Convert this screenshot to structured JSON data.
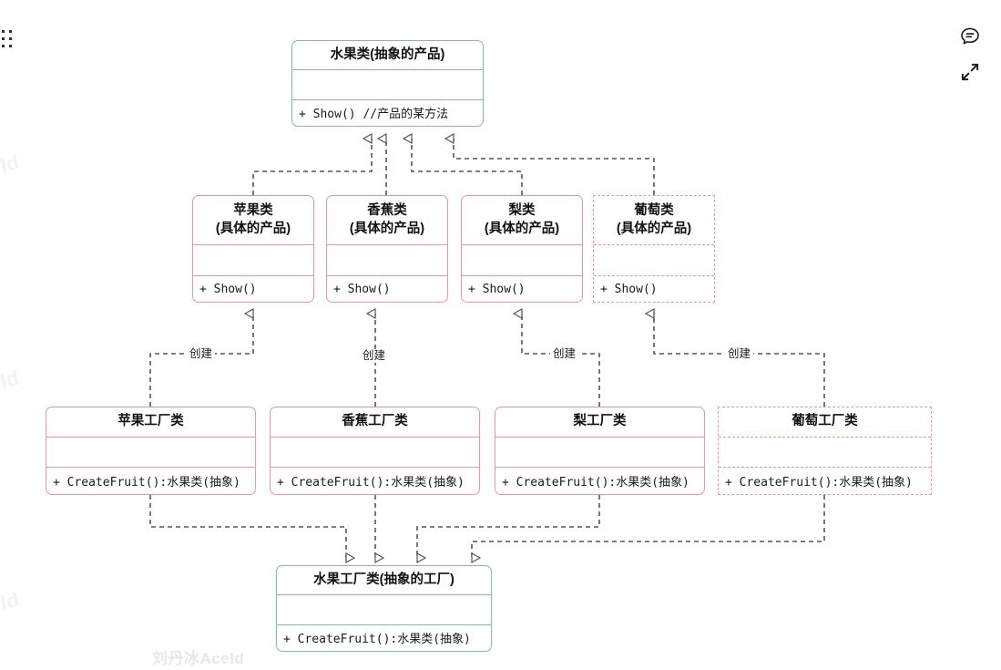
{
  "diagram": {
    "title_watermark": "刘丹冰AceId",
    "edge_watermarks": [
      "eId",
      "eId",
      "eId"
    ],
    "colors": {
      "abstract_border": "#7cc292",
      "concrete_border": "#ea9897",
      "extension_border": "#ea9897",
      "connector": "#555555",
      "background": "#ffffff",
      "watermark": "#e9eaec"
    },
    "relation_labels": {
      "create": "创建"
    }
  },
  "toolbar": {
    "drag_handle": "drag-handle",
    "comment_icon_label": "comment-icon",
    "fullscreen_icon_label": "fullscreen-icon"
  },
  "classes": {
    "abstract_product": {
      "name": "水果类(抽象的产品)",
      "attributes": "",
      "operations": "+ Show() //产品的某方法",
      "style": "abstract"
    },
    "concrete_products": [
      {
        "name_line1": "苹果类",
        "name_line2": "(具体的产品)",
        "attributes": "",
        "operations": "+ Show()",
        "style": "concrete"
      },
      {
        "name_line1": "香蕉类",
        "name_line2": "(具体的产品)",
        "attributes": "",
        "operations": "+ Show()",
        "style": "concrete"
      },
      {
        "name_line1": "梨类",
        "name_line2": "(具体的产品)",
        "attributes": "",
        "operations": "+ Show()",
        "style": "concrete"
      },
      {
        "name_line1": "葡萄类",
        "name_line2": "(具体的产品)",
        "attributes": "",
        "operations": "+ Show()",
        "style": "extension"
      }
    ],
    "concrete_factories": [
      {
        "name": "苹果工厂类",
        "attributes": "",
        "operations": "+ CreateFruit():水果类(抽象)",
        "style": "concrete"
      },
      {
        "name": "香蕉工厂类",
        "attributes": "",
        "operations": "+ CreateFruit():水果类(抽象)",
        "style": "concrete"
      },
      {
        "name": "梨工厂类",
        "attributes": "",
        "operations": "+ CreateFruit():水果类(抽象)",
        "style": "concrete"
      },
      {
        "name": "葡萄工厂类",
        "attributes": "",
        "operations": "+ CreateFruit():水果类(抽象)",
        "style": "extension"
      }
    ],
    "abstract_factory": {
      "name": "水果工厂类(抽象的工厂)",
      "attributes": "",
      "operations": "+ CreateFruit():水果类(抽象)",
      "style": "abstract"
    }
  },
  "relations": [
    {
      "from": "苹果类",
      "to": "水果类(抽象的产品)",
      "type": "generalization",
      "label": ""
    },
    {
      "from": "香蕉类",
      "to": "水果类(抽象的产品)",
      "type": "generalization",
      "label": ""
    },
    {
      "from": "梨类",
      "to": "水果类(抽象的产品)",
      "type": "generalization",
      "label": ""
    },
    {
      "from": "葡萄类",
      "to": "水果类(抽象的产品)",
      "type": "generalization",
      "label": ""
    },
    {
      "from": "苹果工厂类",
      "to": "苹果类",
      "type": "dependency",
      "label": "创建"
    },
    {
      "from": "香蕉工厂类",
      "to": "香蕉类",
      "type": "dependency",
      "label": "创建"
    },
    {
      "from": "梨工厂类",
      "to": "梨类",
      "type": "dependency",
      "label": "创建"
    },
    {
      "from": "葡萄工厂类",
      "to": "葡萄类",
      "type": "dependency",
      "label": "创建"
    },
    {
      "from": "苹果工厂类",
      "to": "水果工厂类(抽象的工厂)",
      "type": "generalization",
      "label": ""
    },
    {
      "from": "香蕉工厂类",
      "to": "水果工厂类(抽象的工厂)",
      "type": "generalization",
      "label": ""
    },
    {
      "from": "梨工厂类",
      "to": "水果工厂类(抽象的工厂)",
      "type": "generalization",
      "label": ""
    },
    {
      "from": "葡萄工厂类",
      "to": "水果工厂类(抽象的工厂)",
      "type": "generalization",
      "label": ""
    }
  ]
}
